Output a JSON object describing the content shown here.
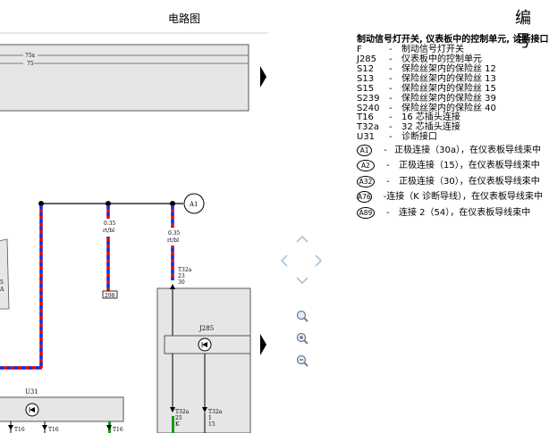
{
  "header": {
    "title": "电路图",
    "code": "编号"
  },
  "diagram": {
    "bus_labels": [
      "75x",
      "75"
    ],
    "component_top_label": "A1",
    "wire_labels": [
      {
        "size": "0.35",
        "color": "rt/bl"
      },
      {
        "size": "0.35",
        "color": "rt/bl"
      }
    ],
    "pin_298": "298",
    "left_partial": "5\nA",
    "j285_label": "J285",
    "j285_pin_top": {
      "conn": "T32a",
      "pin": "23",
      "wire": "30"
    },
    "j285_pin_b1": {
      "conn": "T32a",
      "pin": "25",
      "wire": "K"
    },
    "j285_pin_b2": {
      "conn": "T32a",
      "pin": "1",
      "wire": "15"
    },
    "u31_label": "U31",
    "u31_pins": [
      "T16",
      "T16",
      "T16"
    ]
  },
  "nav": {
    "up_icon": "chevron-up",
    "down_icon": "chevron-down",
    "left_icon": "chevron-left",
    "right_icon": "chevron-right",
    "zoom_in_icon": "zoom-in",
    "zoom_fit_icon": "zoom-fit",
    "zoom_out_icon": "zoom-out"
  },
  "legend": {
    "title": "制动信号灯开关, 仪表板中的控制单元, 诊断接口",
    "items": [
      {
        "code": "F",
        "desc": "制动信号灯开关"
      },
      {
        "code": "J285",
        "desc": "仪表板中的控制单元"
      },
      {
        "code": "S12",
        "desc": "保险丝架内的保险丝 12"
      },
      {
        "code": "S13",
        "desc": "保险丝架内的保险丝 13"
      },
      {
        "code": "S15",
        "desc": "保险丝架内的保险丝 15"
      },
      {
        "code": "S239",
        "desc": "保险丝架内的保险丝 39"
      },
      {
        "code": "S240",
        "desc": "保险丝架内的保险丝 40"
      },
      {
        "code": "T16",
        "desc": "16 芯插头连接"
      },
      {
        "code": "T32a",
        "desc": "32 芯插头连接"
      },
      {
        "code": "U31",
        "desc": "诊断接口"
      }
    ],
    "connections": [
      {
        "code": "A1",
        "desc": "正极连接（30a），在仪表板导线束中"
      },
      {
        "code": "A2",
        "desc": "正极连接（15），在仪表板导线束中"
      },
      {
        "code": "A32",
        "desc": "正极连接（30），在仪表板导线束中"
      },
      {
        "code": "A76",
        "desc": "连接（K 诊断导线），在仪表板导线束中"
      },
      {
        "code": "A89",
        "desc": "连接 2（54），在仪表板导线束中"
      }
    ],
    "dash": "-"
  }
}
